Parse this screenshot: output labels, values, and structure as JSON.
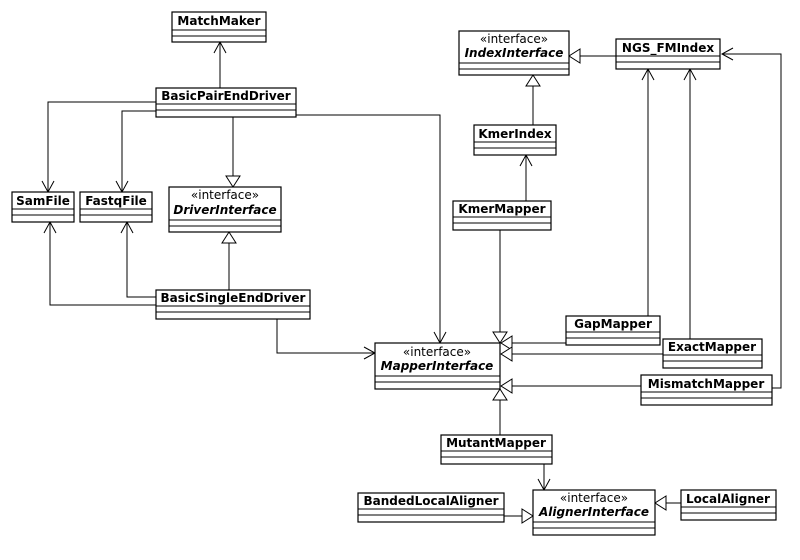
{
  "diagram": {
    "stereotype": "«interface»",
    "classes": {
      "matchmaker": "MatchMaker",
      "basic_pair_end_driver": "BasicPairEndDriver",
      "samfile": "SamFile",
      "fastqfile": "FastqFile",
      "driver_interface": "DriverInterface",
      "basic_single_end_driver": "BasicSingleEndDriver",
      "index_interface": "IndexInterface",
      "ngs_fmindex": "NGS_FMIndex",
      "kmer_index": "KmerIndex",
      "kmer_mapper": "KmerMapper",
      "gap_mapper": "GapMapper",
      "exact_mapper": "ExactMapper",
      "mapper_interface": "MapperInterface",
      "mismatch_mapper": "MismatchMapper",
      "mutant_mapper": "MutantMapper",
      "banded_local_aligner": "BandedLocalAligner",
      "aligner_interface": "AlignerInterface",
      "local_aligner": "LocalAligner"
    }
  }
}
